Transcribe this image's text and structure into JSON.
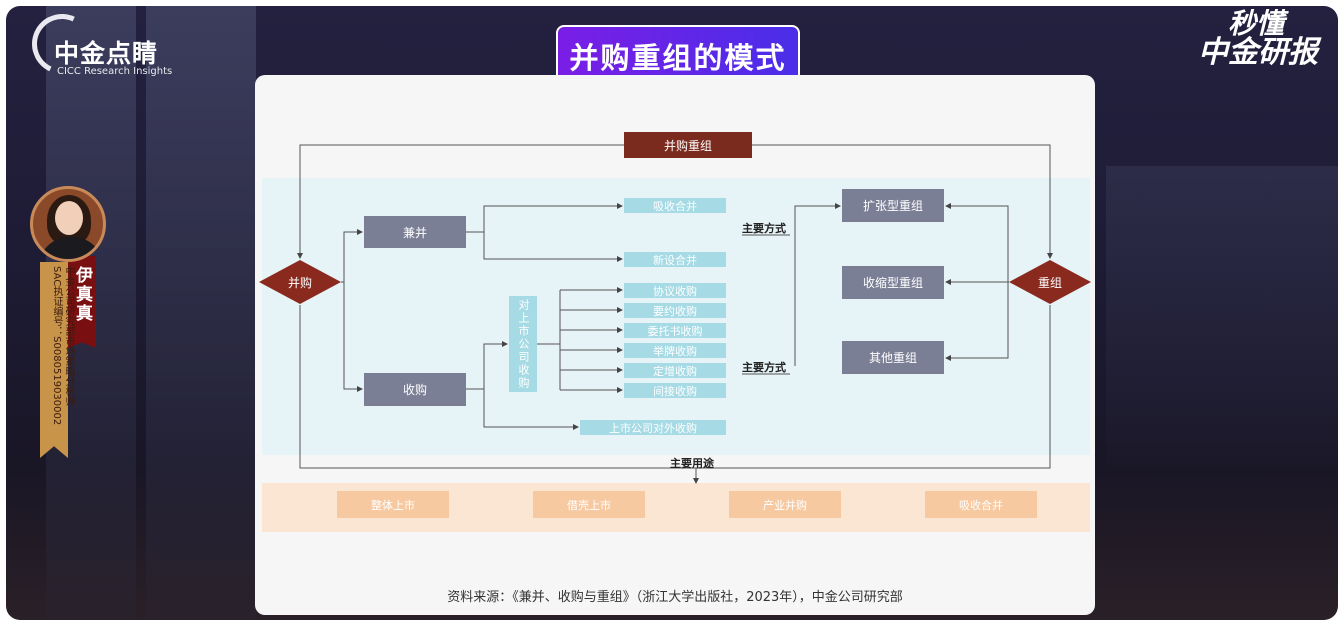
{
  "header": {
    "logo_cn": "中金点睛",
    "logo_en": "CICC Research Insights",
    "brand_line1": "秒懂",
    "brand_line2": "中金研报",
    "slide_title": "并购重组的模式"
  },
  "speaker": {
    "name": "伊真真",
    "title": "中金公司研究部市场策略分析师",
    "sac": "SAC执证编号：S0080519030002"
  },
  "diagram": {
    "top": "并购重组",
    "left_node": "并购",
    "right_node": "重组",
    "merge": "兼并",
    "acquire": "收购",
    "merge_types": [
      "吸收合并",
      "新设合并"
    ],
    "listed_acq": "对上市公司收购",
    "listed_types": [
      "协议收购",
      "要约收购",
      "委托书收购",
      "举牌收购",
      "定增收购",
      "间接收购"
    ],
    "outward": "上市公司对外收购",
    "main_method": "主要方式",
    "restructure_types": [
      "扩张型重组",
      "收缩型重组",
      "其他重组"
    ],
    "main_use": "主要用途",
    "uses": [
      "整体上市",
      "借壳上市",
      "产业并购",
      "吸收合并"
    ]
  },
  "source": "资料来源：《兼并、收购与重组》（浙江大学出版社，2023年），中金公司研究部",
  "colors": {
    "dark_red": "#7b2a1e",
    "gray_box": "#7b7f95",
    "light_blue": "#a6dbe5",
    "peach": "#f7c9a0",
    "title_purple": "#6a22e8"
  }
}
